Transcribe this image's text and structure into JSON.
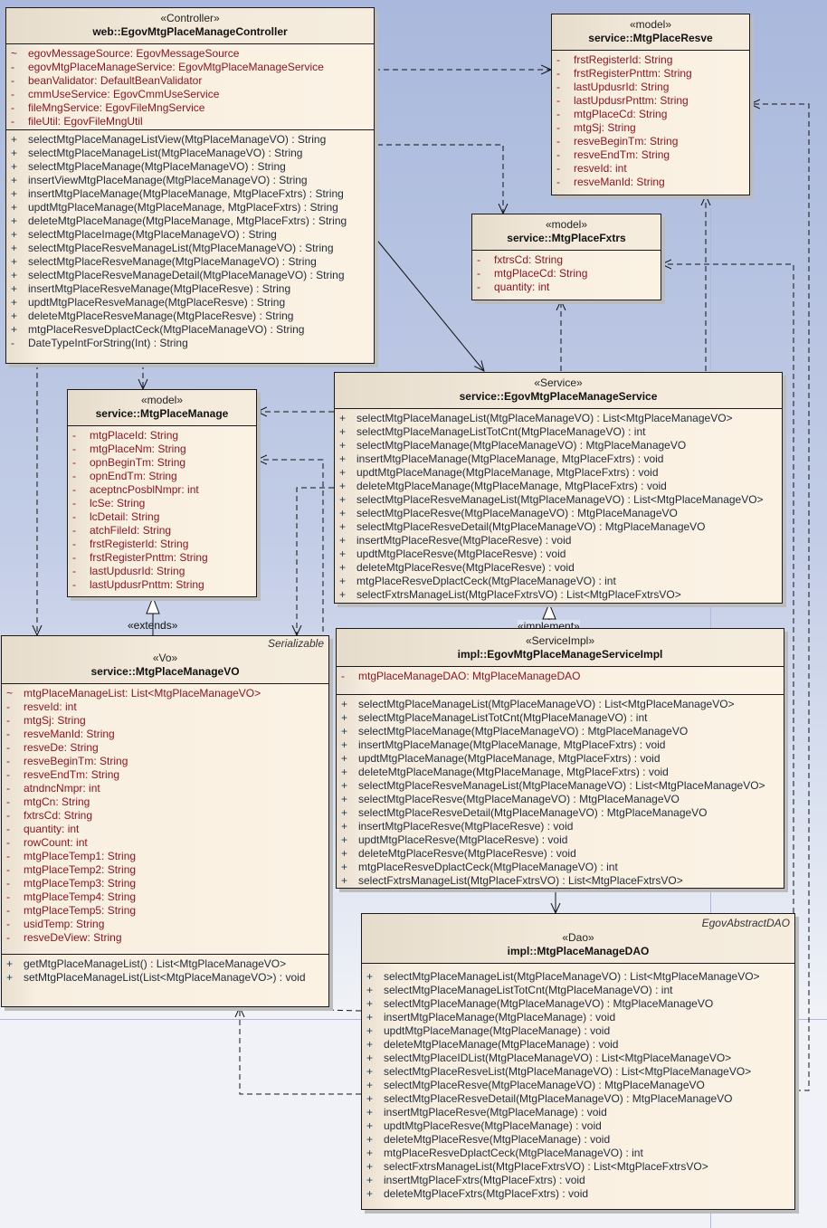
{
  "classes": {
    "controller": {
      "stereotype": "«Controller»",
      "name": "web::EgovMtgPlaceManageController",
      "attributes": [
        {
          "vis": "~",
          "text": "egovMessageSource:  EgovMessageSource"
        },
        {
          "vis": "-",
          "text": "egovMtgPlaceManageService:  EgovMtgPlaceManageService"
        },
        {
          "vis": "-",
          "text": "beanValidator:  DefaultBeanValidator"
        },
        {
          "vis": "-",
          "text": "cmmUseService:  EgovCmmUseService"
        },
        {
          "vis": "-",
          "text": "fileMngService:  EgovFileMngService"
        },
        {
          "vis": "-",
          "text": "fileUtil:  EgovFileMngUtil"
        }
      ],
      "operations": [
        {
          "vis": "+",
          "text": "selectMtgPlaceManageListView(MtgPlaceManageVO) : String"
        },
        {
          "vis": "+",
          "text": "selectMtgPlaceManageList(MtgPlaceManageVO) : String"
        },
        {
          "vis": "+",
          "text": "selectMtgPlaceManage(MtgPlaceManageVO) : String"
        },
        {
          "vis": "+",
          "text": "insertViewMtgPlaceManage(MtgPlaceManageVO) : String"
        },
        {
          "vis": "+",
          "text": "insertMtgPlaceManage(MtgPlaceManage, MtgPlaceFxtrs) : String"
        },
        {
          "vis": "+",
          "text": "updtMtgPlaceManage(MtgPlaceManage, MtgPlaceFxtrs) : String"
        },
        {
          "vis": "+",
          "text": "deleteMtgPlaceManage(MtgPlaceManage, MtgPlaceFxtrs) : String"
        },
        {
          "vis": "+",
          "text": "selectMtgPlaceImage(MtgPlaceManageVO) : String"
        },
        {
          "vis": "+",
          "text": "selectMtgPlaceResveManageList(MtgPlaceManageVO) : String"
        },
        {
          "vis": "+",
          "text": "selectMtgPlaceResveManage(MtgPlaceManageVO) : String"
        },
        {
          "vis": "+",
          "text": "selectMtgPlaceResveManageDetail(MtgPlaceManageVO) : String"
        },
        {
          "vis": "+",
          "text": "insertMtgPlaceResveManage(MtgPlaceResve) : String"
        },
        {
          "vis": "+",
          "text": "updtMtgPlaceResveManage(MtgPlaceResve) : String"
        },
        {
          "vis": "+",
          "text": "deleteMtgPlaceResveManage(MtgPlaceResve) : String"
        },
        {
          "vis": "+",
          "text": "mtgPlaceResveDplactCeck(MtgPlaceManageVO) : String"
        },
        {
          "vis": "-",
          "text": "DateTypeIntForString(Int) : String"
        }
      ]
    },
    "resve": {
      "stereotype": "«model»",
      "name": "service::MtgPlaceResve",
      "attributes": [
        {
          "vis": "-",
          "text": "frstRegisterId:  String"
        },
        {
          "vis": "-",
          "text": "frstRegisterPnttm:  String"
        },
        {
          "vis": "-",
          "text": "lastUpdusrId:  String"
        },
        {
          "vis": "-",
          "text": "lastUpdusrPnttm:  String"
        },
        {
          "vis": "-",
          "text": "mtgPlaceCd:  String"
        },
        {
          "vis": "-",
          "text": "mtgSj:  String"
        },
        {
          "vis": "-",
          "text": "resveBeginTm:  String"
        },
        {
          "vis": "-",
          "text": "resveEndTm:  String"
        },
        {
          "vis": "-",
          "text": "resveId:  int"
        },
        {
          "vis": "-",
          "text": "resveManId:  String"
        }
      ]
    },
    "fxtrs": {
      "stereotype": "«model»",
      "name": "service::MtgPlaceFxtrs",
      "attributes": [
        {
          "vis": "-",
          "text": "fxtrsCd:  String"
        },
        {
          "vis": "-",
          "text": "mtgPlaceCd:  String"
        },
        {
          "vis": "-",
          "text": "quantity:  int"
        }
      ]
    },
    "manage": {
      "stereotype": "«model»",
      "name": "service::MtgPlaceManage",
      "attributes": [
        {
          "vis": "-",
          "text": "mtgPlaceId:  String"
        },
        {
          "vis": "-",
          "text": "mtgPlaceNm:  String"
        },
        {
          "vis": "-",
          "text": "opnBeginTm:  String"
        },
        {
          "vis": "-",
          "text": "opnEndTm:  String"
        },
        {
          "vis": "-",
          "text": "aceptncPosblNmpr:  int"
        },
        {
          "vis": "-",
          "text": "lcSe:  String"
        },
        {
          "vis": "-",
          "text": "lcDetail:  String"
        },
        {
          "vis": "-",
          "text": "atchFileId:  String"
        },
        {
          "vis": "-",
          "text": "frstRegisterId:  String"
        },
        {
          "vis": "-",
          "text": "frstRegisterPnttm:  String"
        },
        {
          "vis": "-",
          "text": "lastUpdusrId:  String"
        },
        {
          "vis": "-",
          "text": "lastUpdusrPnttm:  String"
        }
      ]
    },
    "service": {
      "stereotype": "«Service»",
      "name": "service::EgovMtgPlaceManageService",
      "operations": [
        {
          "vis": "+",
          "text": "selectMtgPlaceManageList(MtgPlaceManageVO) : List<MtgPlaceManageVO>"
        },
        {
          "vis": "+",
          "text": "selectMtgPlaceManageListTotCnt(MtgPlaceManageVO) : int"
        },
        {
          "vis": "+",
          "text": "selectMtgPlaceManage(MtgPlaceManageVO) : MtgPlaceManageVO"
        },
        {
          "vis": "+",
          "text": "insertMtgPlaceManage(MtgPlaceManage, MtgPlaceFxtrs) : void"
        },
        {
          "vis": "+",
          "text": "updtMtgPlaceManage(MtgPlaceManage, MtgPlaceFxtrs) : void"
        },
        {
          "vis": "+",
          "text": "deleteMtgPlaceManage(MtgPlaceManage, MtgPlaceFxtrs) : void"
        },
        {
          "vis": "+",
          "text": "selectMtgPlaceResveManageList(MtgPlaceManageVO) : List<MtgPlaceManageVO>"
        },
        {
          "vis": "+",
          "text": "selectMtgPlaceResve(MtgPlaceManageVO) : MtgPlaceManageVO"
        },
        {
          "vis": "+",
          "text": "selectMtgPlaceResveDetail(MtgPlaceManageVO) : MtgPlaceManageVO"
        },
        {
          "vis": "+",
          "text": "insertMtgPlaceResve(MtgPlaceResve) : void"
        },
        {
          "vis": "+",
          "text": "updtMtgPlaceResve(MtgPlaceResve) : void"
        },
        {
          "vis": "+",
          "text": "deleteMtgPlaceResve(MtgPlaceResve) : void"
        },
        {
          "vis": "+",
          "text": "mtgPlaceResveDplactCeck(MtgPlaceManageVO) : int"
        },
        {
          "vis": "+",
          "text": "selectFxtrsManageList(MtgPlaceFxtrsVO) : List<MtgPlaceFxtrsVO>"
        }
      ]
    },
    "vo": {
      "parent": "Serializable",
      "stereotype": "«Vo»",
      "name": "service::MtgPlaceManageVO",
      "attributes": [
        {
          "vis": "~",
          "text": "mtgPlaceManageList:  List<MtgPlaceManageVO>"
        },
        {
          "vis": "-",
          "text": "resveId:  int"
        },
        {
          "vis": "-",
          "text": "mtgSj:  String"
        },
        {
          "vis": "-",
          "text": "resveManId:  String"
        },
        {
          "vis": "-",
          "text": "resveDe:  String"
        },
        {
          "vis": "-",
          "text": "resveBeginTm:  String"
        },
        {
          "vis": "-",
          "text": "resveEndTm:  String"
        },
        {
          "vis": "-",
          "text": "atndncNmpr:  int"
        },
        {
          "vis": "-",
          "text": "mtgCn:  String"
        },
        {
          "vis": "-",
          "text": "fxtrsCd:  String"
        },
        {
          "vis": "-",
          "text": "quantity:  int"
        },
        {
          "vis": "-",
          "text": "rowCount:  int"
        },
        {
          "vis": "-",
          "text": "mtgPlaceTemp1:  String"
        },
        {
          "vis": "-",
          "text": "mtgPlaceTemp2:  String"
        },
        {
          "vis": "-",
          "text": "mtgPlaceTemp3:  String"
        },
        {
          "vis": "-",
          "text": "mtgPlaceTemp4:  String"
        },
        {
          "vis": "-",
          "text": "mtgPlaceTemp5:  String"
        },
        {
          "vis": "-",
          "text": "usidTemp:  String"
        },
        {
          "vis": "-",
          "text": "resveDeView:  String"
        }
      ],
      "operations": [
        {
          "vis": "+",
          "text": "getMtgPlaceManageList() : List<MtgPlaceManageVO>"
        },
        {
          "vis": "+",
          "text": "setMtgPlaceManageList(List<MtgPlaceManageVO>) : void"
        }
      ]
    },
    "impl": {
      "stereotype": "«ServiceImpl»",
      "name": "impl::EgovMtgPlaceManageServiceImpl",
      "attributes": [
        {
          "vis": "-",
          "text": "mtgPlaceManageDAO:  MtgPlaceManageDAO"
        }
      ],
      "operations": [
        {
          "vis": "+",
          "text": "selectMtgPlaceManageList(MtgPlaceManageVO) : List<MtgPlaceManageVO>"
        },
        {
          "vis": "+",
          "text": "selectMtgPlaceManageListTotCnt(MtgPlaceManageVO) : int"
        },
        {
          "vis": "+",
          "text": "selectMtgPlaceManage(MtgPlaceManageVO) : MtgPlaceManageVO"
        },
        {
          "vis": "+",
          "text": "insertMtgPlaceManage(MtgPlaceManage, MtgPlaceFxtrs) : void"
        },
        {
          "vis": "+",
          "text": "updtMtgPlaceManage(MtgPlaceManage, MtgPlaceFxtrs) : void"
        },
        {
          "vis": "+",
          "text": "deleteMtgPlaceManage(MtgPlaceManage, MtgPlaceFxtrs) : void"
        },
        {
          "vis": "+",
          "text": "selectMtgPlaceResveManageList(MtgPlaceManageVO) : List<MtgPlaceManageVO>"
        },
        {
          "vis": "+",
          "text": "selectMtgPlaceResve(MtgPlaceManageVO) : MtgPlaceManageVO"
        },
        {
          "vis": "+",
          "text": "selectMtgPlaceResveDetail(MtgPlaceManageVO) : MtgPlaceManageVO"
        },
        {
          "vis": "+",
          "text": "insertMtgPlaceResve(MtgPlaceResve) : void"
        },
        {
          "vis": "+",
          "text": "updtMtgPlaceResve(MtgPlaceResve) : void"
        },
        {
          "vis": "+",
          "text": "deleteMtgPlaceResve(MtgPlaceResve) : void"
        },
        {
          "vis": "+",
          "text": "mtgPlaceResveDplactCeck(MtgPlaceManageVO) : int"
        },
        {
          "vis": "+",
          "text": "selectFxtrsManageList(MtgPlaceFxtrsVO) : List<MtgPlaceFxtrsVO>"
        }
      ]
    },
    "dao": {
      "parent": "EgovAbstractDAO",
      "stereotype": "«Dao»",
      "name": "impl::MtgPlaceManageDAO",
      "operations": [
        {
          "vis": "+",
          "text": "selectMtgPlaceManageList(MtgPlaceManageVO) : List<MtgPlaceManageVO>"
        },
        {
          "vis": "+",
          "text": "selectMtgPlaceManageListTotCnt(MtgPlaceManageVO) : int"
        },
        {
          "vis": "+",
          "text": "selectMtgPlaceManage(MtgPlaceManageVO) : MtgPlaceManageVO"
        },
        {
          "vis": "+",
          "text": "insertMtgPlaceManage(MtgPlaceManage) : void"
        },
        {
          "vis": "+",
          "text": "updtMtgPlaceManage(MtgPlaceManage) : void"
        },
        {
          "vis": "+",
          "text": "deleteMtgPlaceManage(MtgPlaceManage) : void"
        },
        {
          "vis": "+",
          "text": "selectMtgPlaceIDList(MtgPlaceManageVO) : List<MtgPlaceManageVO>"
        },
        {
          "vis": "+",
          "text": "selectMtgPlaceResveList(MtgPlaceManageVO) : List<MtgPlaceManageVO>"
        },
        {
          "vis": "+",
          "text": "selectMtgPlaceResve(MtgPlaceManageVO) : MtgPlaceManageVO"
        },
        {
          "vis": "+",
          "text": "selectMtgPlaceResveDetail(MtgPlaceManageVO) : MtgPlaceManageVO"
        },
        {
          "vis": "+",
          "text": "insertMtgPlaceResve(MtgPlaceManage) : void"
        },
        {
          "vis": "+",
          "text": "updtMtgPlaceResve(MtgPlaceManage) : void"
        },
        {
          "vis": "+",
          "text": "deleteMtgPlaceResve(MtgPlaceManage) : void"
        },
        {
          "vis": "+",
          "text": "mtgPlaceResveDplactCeck(MtgPlaceManageVO) : int"
        },
        {
          "vis": "+",
          "text": "selectFxtrsManageList(MtgPlaceFxtrsVO) : List<MtgPlaceFxtrsVO>"
        },
        {
          "vis": "+",
          "text": "insertMtgPlaceFxtrs(MtgPlaceFxtrs) : void"
        },
        {
          "vis": "+",
          "text": "deleteMtgPlaceFxtrs(MtgPlaceFxtrs) : void"
        }
      ]
    }
  },
  "labels": {
    "extends": "«extends»",
    "implement": "«implement»"
  },
  "connectors": [
    {
      "from": "controller",
      "to": "resve",
      "kind": "dependency"
    },
    {
      "from": "controller",
      "to": "fxtrs",
      "kind": "dependency"
    },
    {
      "from": "controller",
      "to": "manage",
      "kind": "dependency"
    },
    {
      "from": "controller",
      "to": "vo",
      "kind": "dependency"
    },
    {
      "from": "controller",
      "to": "service",
      "kind": "association"
    },
    {
      "from": "service",
      "to": "manage",
      "kind": "dependency"
    },
    {
      "from": "service",
      "to": "vo",
      "kind": "dependency"
    },
    {
      "from": "service",
      "to": "fxtrs",
      "kind": "dependency"
    },
    {
      "from": "service",
      "to": "resve",
      "kind": "dependency"
    },
    {
      "from": "vo",
      "to": "manage",
      "kind": "generalization",
      "label": "extends"
    },
    {
      "from": "impl",
      "to": "service",
      "kind": "realization",
      "label": "implement"
    },
    {
      "from": "impl",
      "to": "dao",
      "kind": "association"
    },
    {
      "from": "dao",
      "to": "manage",
      "kind": "dependency"
    },
    {
      "from": "dao",
      "to": "vo",
      "kind": "dependency"
    },
    {
      "from": "dao",
      "to": "fxtrs",
      "kind": "dependency"
    },
    {
      "from": "dao",
      "to": "resve",
      "kind": "dependency"
    }
  ]
}
